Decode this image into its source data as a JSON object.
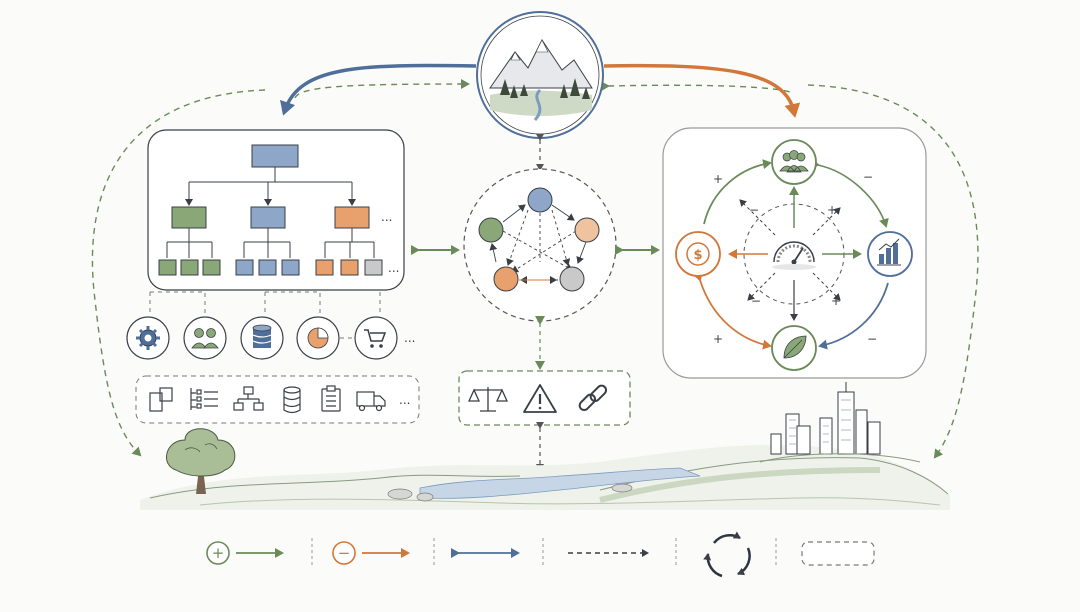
{
  "colors": {
    "ink": "#3a3f47",
    "green": "#6b8a5a",
    "green_fill": "#8aa877",
    "blue": "#4f6f9a",
    "blue_fill": "#8ea6c8",
    "orange": "#d2773a",
    "orange_fill": "#e8a06c",
    "gray": "#8c8c8c",
    "gray_fill": "#c9c9c9",
    "dashed_gray": "#7a7a7a",
    "background": "#fbfbf9"
  },
  "ellipsis": "...",
  "hub": {
    "icon": "mountain-landscape-icon"
  },
  "hierarchy": {
    "more_marker": "...",
    "row_more_marker": "..."
  },
  "category_icons": [
    {
      "icon": "gear-icon"
    },
    {
      "icon": "users-icon"
    },
    {
      "icon": "database-icon"
    },
    {
      "icon": "pie-chart-icon"
    },
    {
      "icon": "cart-icon"
    }
  ],
  "category_more": "...",
  "tool_icons": [
    {
      "icon": "structure-blocks-icon"
    },
    {
      "icon": "list-tree-icon"
    },
    {
      "icon": "org-chart-icon"
    },
    {
      "icon": "storage-icon"
    },
    {
      "icon": "clipboard-icon"
    },
    {
      "icon": "delivery-truck-icon"
    }
  ],
  "tool_more": "...",
  "network": {
    "nodes": [
      "blue",
      "orange",
      "gray",
      "orange",
      "green"
    ]
  },
  "risk_icons": [
    {
      "icon": "balance-scale-icon"
    },
    {
      "icon": "warning-icon"
    },
    {
      "icon": "chain-link-icon"
    }
  ],
  "feedback": {
    "nodes": [
      {
        "icon": "people-icon"
      },
      {
        "icon": "bar-chart-icon"
      },
      {
        "icon": "leaf-icon"
      },
      {
        "icon": "dollar-icon"
      }
    ],
    "center_icon": "gauge-icon",
    "outer_signs": [
      "+",
      "−",
      "+",
      "−"
    ],
    "inner_signs": [
      "−",
      "+",
      "−",
      "+"
    ]
  },
  "landscape": {
    "left_icon": "tree-icon",
    "right_icon": "city-skyline-icon"
  },
  "legend": [
    {
      "icon": "plus-circle-icon",
      "sign": "+"
    },
    {
      "icon": "minus-circle-icon",
      "sign": "−"
    },
    {
      "icon": "bidirectional-arrow-icon"
    },
    {
      "icon": "dashed-arrow-icon"
    },
    {
      "icon": "cycle-arrows-icon"
    },
    {
      "icon": "dashed-box-icon"
    }
  ]
}
